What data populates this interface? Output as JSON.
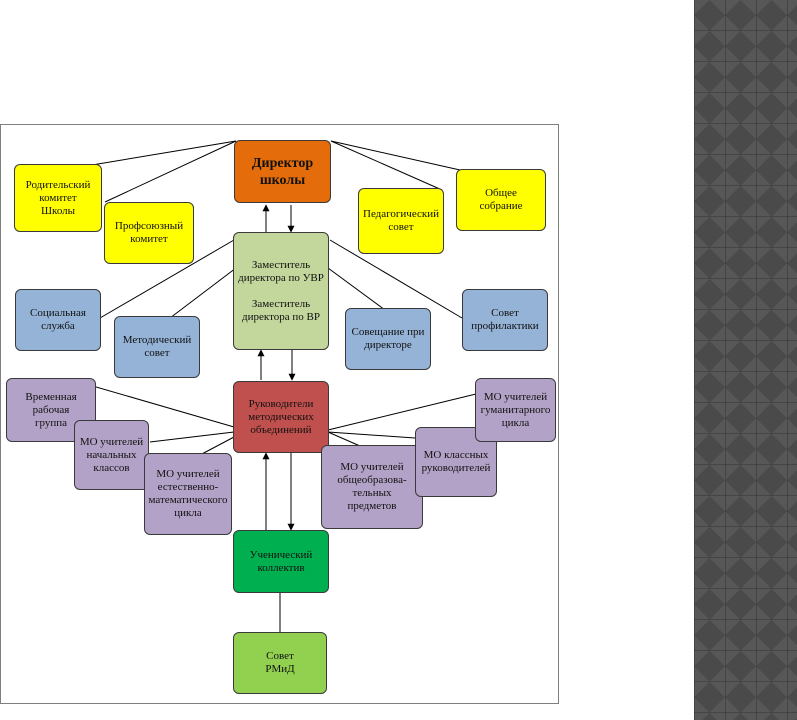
{
  "nodes": {
    "director": "Директор\nшколы",
    "parent_committee": "Родительский\nкомитет\nШколы",
    "trade_union": "Профсоюзный\nкомитет",
    "pedagogical_council": "Педагогический\nсовет",
    "general_meeting": "Общее\nсобрание",
    "deputies": "Заместитель\nдиректора по УВР\n\nЗаместитель\nдиректора по ВР",
    "social_service": "Социальная\nслужба",
    "methodical_council": "Методический\nсовет",
    "director_meeting": "Совещание при\nдиректоре",
    "prevention_council": "Совет\nпрофилактики",
    "method_heads": "Руководители\nметодических\nобъединений",
    "temp_group": "Временная\nрабочая\nгруппа",
    "mo_primary": "МО учителей\nначальных\nклассов",
    "mo_science": "МО учителей\nестественно-\nматематического\nцикла",
    "mo_general": "МО учителей\nобщеобразова-\nтельных\nпредметов",
    "mo_class_teachers": "МО классных\nруководителей",
    "mo_humanities": "МО учителей\nгуманитарного\nцикла",
    "student_body": "Ученический\nколлектив",
    "rmid_council": "Совет\nРМиД"
  },
  "colors": {
    "yellow": "#ffff00",
    "orange": "#e46c0a",
    "sage": "#c3d69b",
    "blue": "#95b3d7",
    "red": "#c0504d",
    "purple": "#b3a2c7",
    "green": "#00b050",
    "light_green": "#92d050"
  }
}
